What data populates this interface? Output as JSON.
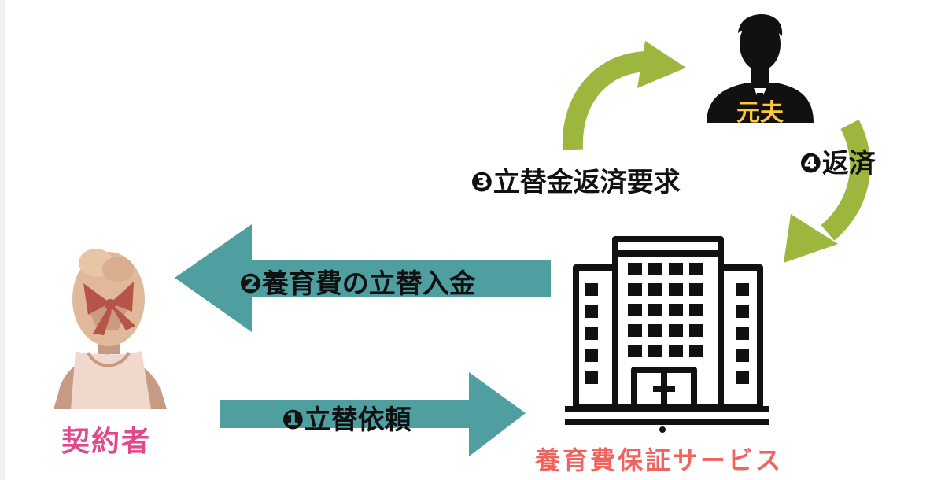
{
  "labels": {
    "step1": "❶立替依頼",
    "step2": "❷養育費の立替入金",
    "step3": "❸立替金返済要求",
    "step4": "❹返済",
    "contractor": "契約者",
    "ex_husband": "元夫",
    "service": "養育費保証サービス"
  },
  "colors": {
    "teal_arrow": "#4f9fa0",
    "green_arrow": "#9cb63e",
    "contractor_text": "#e04a8c",
    "service_text": "#f0645f",
    "ex_husband_text": "#ffc83a",
    "ink": "#111111"
  },
  "icons": {
    "contractor": "woman-avatar-icon",
    "ex_husband": "man-silhouette-icon",
    "service": "office-building-icon"
  }
}
